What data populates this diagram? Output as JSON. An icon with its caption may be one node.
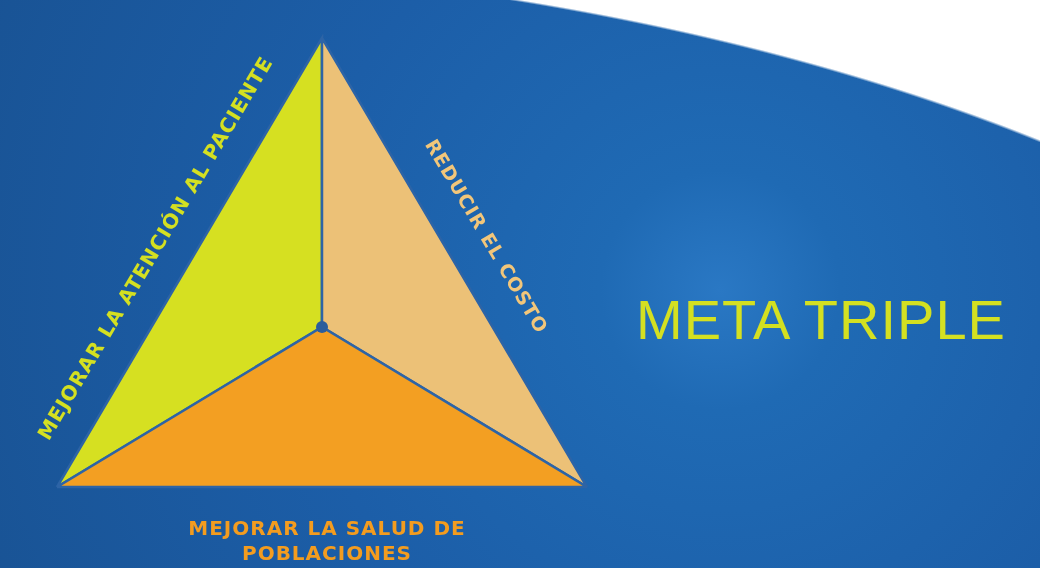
{
  "diagram": {
    "title": "META TRIPLE",
    "nodes": [
      {
        "text": [
          "MEJORAR LA ATENCIÓN AL PACIENTE"
        ]
      },
      {
        "text": [
          "REDUCIR EL COSTO"
        ]
      },
      {
        "text": [
          "MEJORAR LA SALUD DE POBLACIONES"
        ]
      }
    ]
  }
}
